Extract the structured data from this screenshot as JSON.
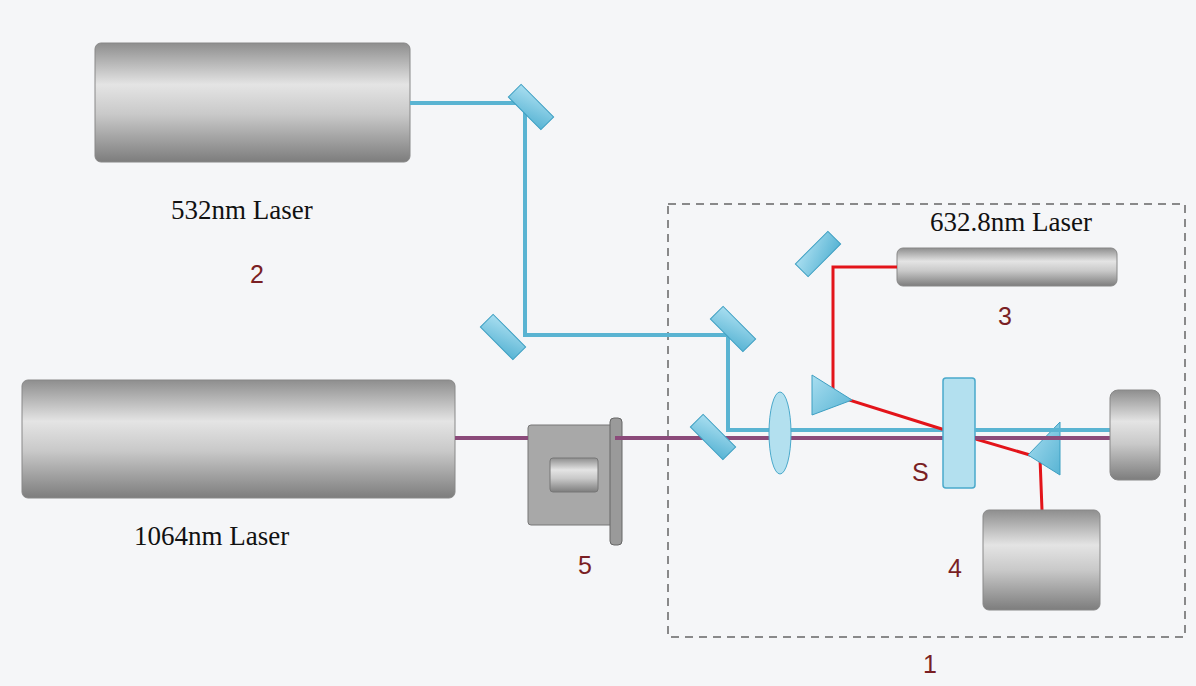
{
  "diagram": {
    "labels": [
      "532nm Laser",
      "2",
      "632.8nm Laser",
      "3",
      "1064nm Laser",
      "5",
      "S",
      "4",
      "1"
    ]
  }
}
